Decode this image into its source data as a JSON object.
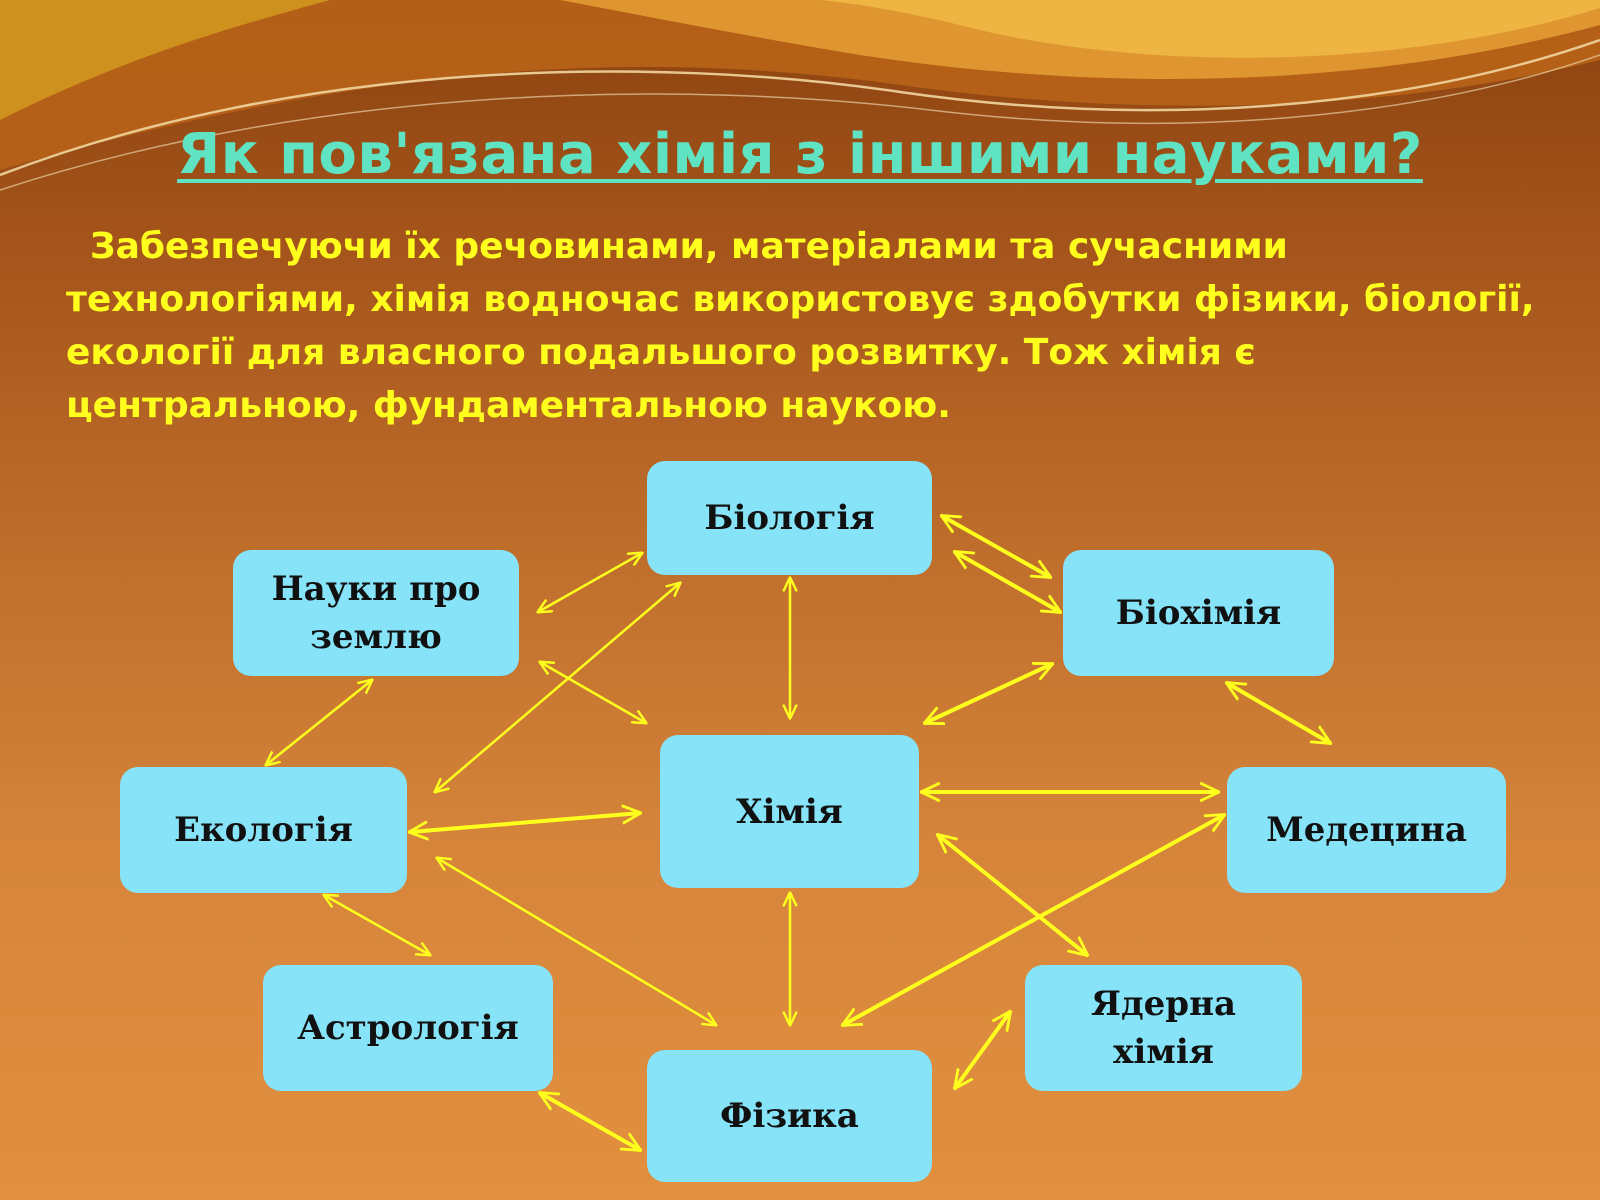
{
  "slide": {
    "title": "Як пов'язана хімія з іншими науками?",
    "intro": "Забезпечуючи їх речовинами, матеріалами та сучасними технологіями, хімія водночас використовує здобутки фізики, біології, екології для власного подальшого розвитку. Тож хімія є центральною, фундаментальною наукою."
  },
  "colors": {
    "title": "#5fe3c2",
    "intro_text": "#ffff1e",
    "node_fill": "#87e3f8",
    "arrow": "#ffff1e",
    "background_top": "#8a4210",
    "background_bottom": "#e2903f"
  },
  "diagram": {
    "nodes": {
      "biology": "Біологія",
      "earth_sciences": "Науки про землю",
      "biochemistry": "Біохімія",
      "chemistry": "Хімія",
      "ecology": "Екологія",
      "medicine": "Медецина",
      "astrology": "Астрологія",
      "nuclear_chemistry": "Ядерна хімія",
      "physics": "Фізика"
    },
    "connections": [
      [
        "biology",
        "earth_sciences"
      ],
      [
        "biology",
        "ecology"
      ],
      [
        "biology",
        "chemistry"
      ],
      [
        "biology",
        "biochemistry"
      ],
      [
        "biology",
        "biochemistry"
      ],
      [
        "earth_sciences",
        "chemistry"
      ],
      [
        "earth_sciences",
        "ecology"
      ],
      [
        "biochemistry",
        "chemistry"
      ],
      [
        "biochemistry",
        "medicine"
      ],
      [
        "chemistry",
        "medicine"
      ],
      [
        "chemistry",
        "ecology"
      ],
      [
        "chemistry",
        "physics"
      ],
      [
        "chemistry",
        "nuclear_chemistry"
      ],
      [
        "medicine",
        "physics"
      ],
      [
        "ecology",
        "physics"
      ],
      [
        "ecology",
        "astrology"
      ],
      [
        "astrology",
        "physics"
      ],
      [
        "nuclear_chemistry",
        "physics"
      ]
    ]
  }
}
